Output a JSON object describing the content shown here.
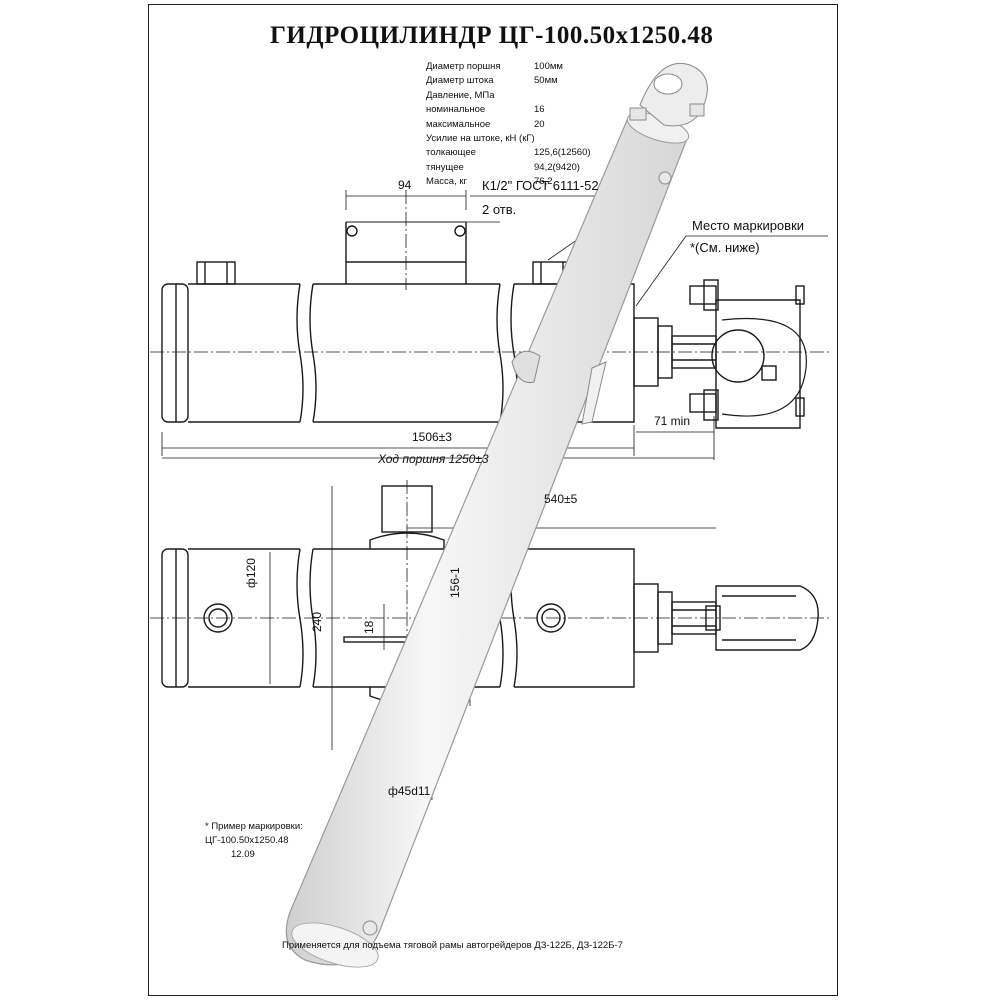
{
  "title": "ГИДРОЦИЛИНДР  ЦГ-100.50х1250.48",
  "specs": [
    {
      "label": "Диаметр поршня",
      "value": "100мм"
    },
    {
      "label": "Диаметр штока",
      "value": " 50мм"
    },
    {
      "label": "Давление, МПа",
      "value": ""
    },
    {
      "label": "номинальное",
      "value": "16"
    },
    {
      "label": "максимальное",
      "value": "20"
    },
    {
      "label": "Усилие на штоке, кН  (кГ)",
      "value": ""
    },
    {
      "label": "толкающее",
      "value": "125,6(12560)"
    },
    {
      "label": "тянущее",
      "value": "94,2(9420)"
    },
    {
      "label": "Масса, кг",
      "value": "76,2"
    }
  ],
  "dimensions": {
    "d94": "94",
    "port": "К1/2\" ГОСТ 6111-52",
    "holes": "2 отв.",
    "marking_place": "Место маркировки",
    "see_below": "*(См. ниже)",
    "min71": "71 min",
    "length": "1506±3",
    "stroke": "Ход поршня  1250±3",
    "d540": "540±5",
    "phi120": "ф120",
    "d240": "240",
    "d156": "156-1",
    "d18": "18",
    "phi45": "ф45d11"
  },
  "note": {
    "line1": "* Пример маркировки:",
    "line2": "ЦГ-100.50х1250.48",
    "line3": "12.09"
  },
  "footer": "Применяется для подъема тяговой рамы автогрейдеров ДЗ-122Б, ДЗ-122Б-7",
  "colors": {
    "line": "#1a1a1a",
    "rod_fill": "#ececec",
    "rod_stroke": "#b0b0b0"
  }
}
